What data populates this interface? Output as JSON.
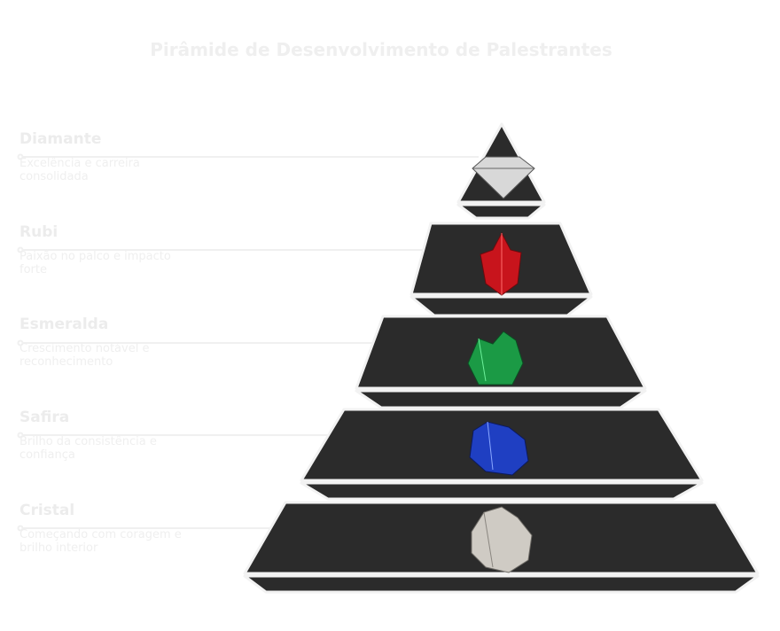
{
  "title": "Pirâmide de Desenvolvimento de Palestrantes",
  "levels": [
    {
      "name": "Diamante",
      "desc": "Excelência e carreira consolidada",
      "gem": "diamond-icon"
    },
    {
      "name": "Rubi",
      "desc": "Paixão no palco e impacto forte",
      "gem": "ruby-icon"
    },
    {
      "name": "Esmeralda",
      "desc": "Crescimento notável e reconhecimento",
      "gem": "emerald-icon"
    },
    {
      "name": "Safira",
      "desc": "Brilho da consistência e confiança",
      "gem": "sapphire-icon"
    },
    {
      "name": "Cristal",
      "desc": "Começando com coragem e brilho interior",
      "gem": "crystal-icon"
    }
  ],
  "colors": {
    "tier": "#2b2b2b",
    "text": "#efefef",
    "line": "#f0f0f0"
  }
}
